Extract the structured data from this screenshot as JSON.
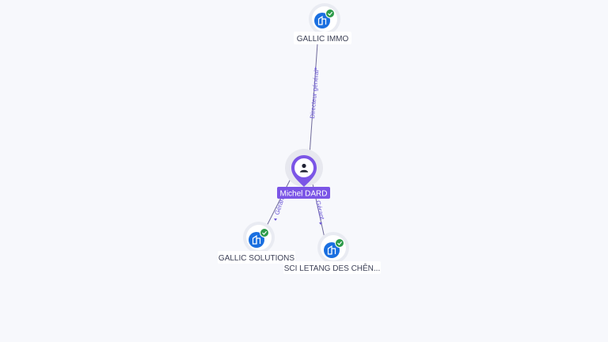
{
  "graph": {
    "person": {
      "name": "Michel DARD",
      "icon": "person-icon",
      "color": "#7b55e6"
    },
    "companies": [
      {
        "name": "GALLIC IMMO",
        "icon": "company-building-icon",
        "verified": true
      },
      {
        "name": "GALLIC SOLUTIONS",
        "icon": "company-building-icon",
        "verified": true
      },
      {
        "name": "SCI LETANG DES CHÊN...",
        "icon": "company-building-icon",
        "verified": true
      }
    ],
    "relations": [
      {
        "label": "Directeur général"
      },
      {
        "label": "Gérant"
      },
      {
        "label": "Gérant"
      }
    ],
    "colors": {
      "company_blue": "#1a6fe0",
      "verified_green": "#2e9b4a",
      "edge": "#6f6a9a",
      "edge_label": "#6e5ad8"
    }
  }
}
